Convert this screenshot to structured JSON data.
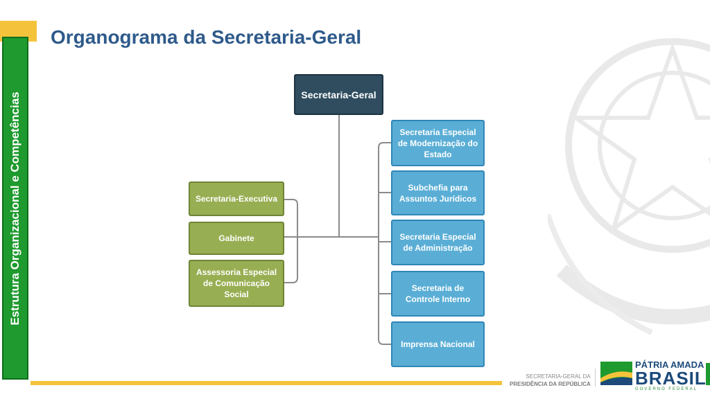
{
  "title": "Organograma da Secretaria-Geral",
  "sidebar": {
    "label": "Estrutura Organizacional e Competências"
  },
  "org": {
    "root": "Secretaria-Geral",
    "left": [
      "Secretaria-Executiva",
      "Gabinete",
      "Assessoria Especial de Comunicação Social"
    ],
    "right": [
      "Secretaria Especial de Modernização do Estado",
      "Subchefia para Assuntos Jurídicos",
      "Secretaria Especial de Administração",
      "Secretaria de Controle Interno",
      "Imprensa Nacional"
    ]
  },
  "footer": {
    "sg_line1": "SECRETARIA-GERAL DA",
    "sg_line2": "PRESIDÊNCIA DA REPÚBLICA",
    "brand_line1": "PÁTRIA AMADA",
    "brand_line2": "BRASIL",
    "brand_line3": "GOVERNO FEDERAL"
  },
  "colors": {
    "title": "#2e5a8a",
    "green": "#1e9a2e",
    "yellow": "#f5c33b",
    "root": "#2f4d5f",
    "leftBox": "#98ae52",
    "rightBox": "#5aaed6"
  }
}
